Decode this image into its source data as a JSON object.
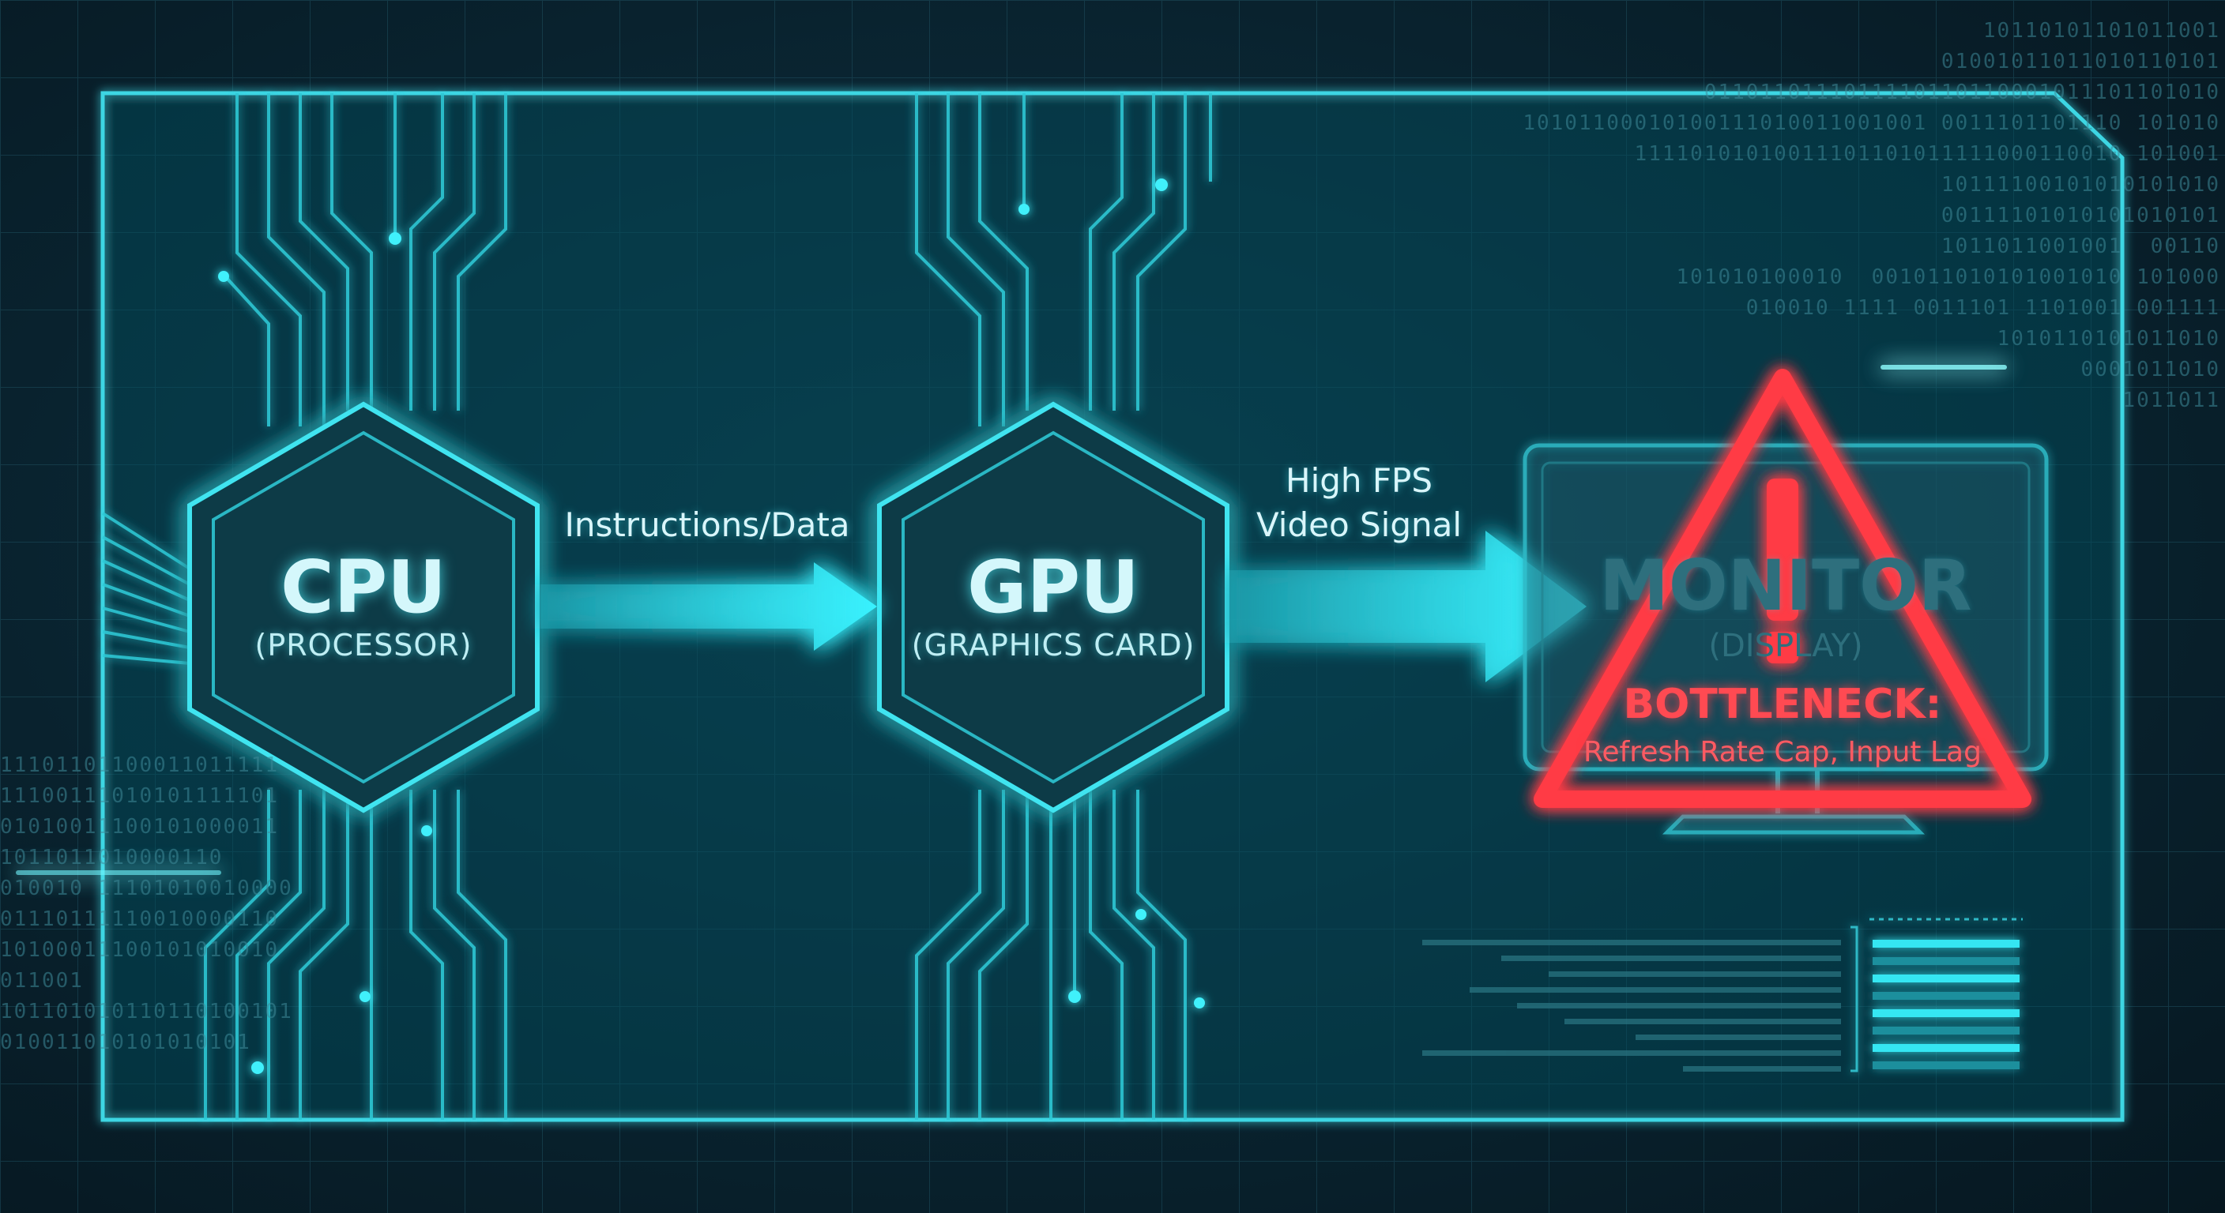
{
  "nodes": {
    "cpu": {
      "title": "CPU",
      "subtitle": "(PROCESSOR)"
    },
    "gpu": {
      "title": "GPU",
      "subtitle": "(GRAPHICS CARD)"
    },
    "monitor": {
      "title": "MONITOR",
      "subtitle": "(DISPLAY)"
    }
  },
  "edges": {
    "cpu_to_gpu": {
      "label": "Instructions/Data"
    },
    "gpu_to_monitor": {
      "label_line1": "High FPS",
      "label_line2": "Video Signal"
    }
  },
  "warning": {
    "title": "BOTTLENECK:",
    "detail": "Refresh Rate Cap, Input Lag",
    "icon": "warning-triangle-icon",
    "color": "#ff3b45"
  },
  "binary": {
    "top_right": [
      "10110101101011001",
      "01001011011010110101",
      "0110110111011110110110001011101101010",
      "10101100010100111010011001001 0011101101110 101010",
      "11110101010011101101011111000110010 101001",
      "10111100101010101010",
      "00111101010101010101",
      "1011011001001  00110",
      "101010100010  001011010101001010 101000",
      "010010 1111 0011101 1101001 001111",
      "1010110101011010",
      "0001011010",
      "1011011"
    ],
    "bottom_left": [
      "11101101100011011111",
      "11100111010101111101",
      "01010011100101000011",
      "1011011010000110",
      "010010 11101010010000",
      "01110111110010000110",
      "10100011100101010010",
      "011001",
      "101101010110110100101",
      "010011010101010101"
    ]
  },
  "colors": {
    "accent": "#2de0ec",
    "frame": "#36c9d6",
    "background": "#0a2633",
    "danger": "#ff3b45"
  }
}
